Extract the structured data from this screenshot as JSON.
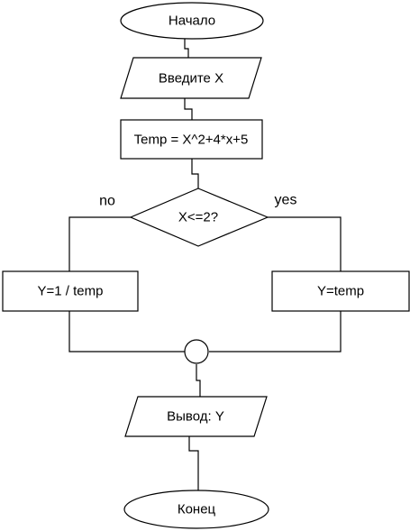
{
  "diagram": {
    "start_label": "Начало",
    "input_label": "Введите X",
    "process_label": "Temp = X^2+4*x+5",
    "decision_label": "X<=2?",
    "branch_no_label": "no",
    "branch_yes_label": "yes",
    "no_process_label": "Y=1 / temp",
    "yes_process_label": "Y=temp",
    "output_label": "Вывод: Y",
    "end_label": "Конец"
  }
}
